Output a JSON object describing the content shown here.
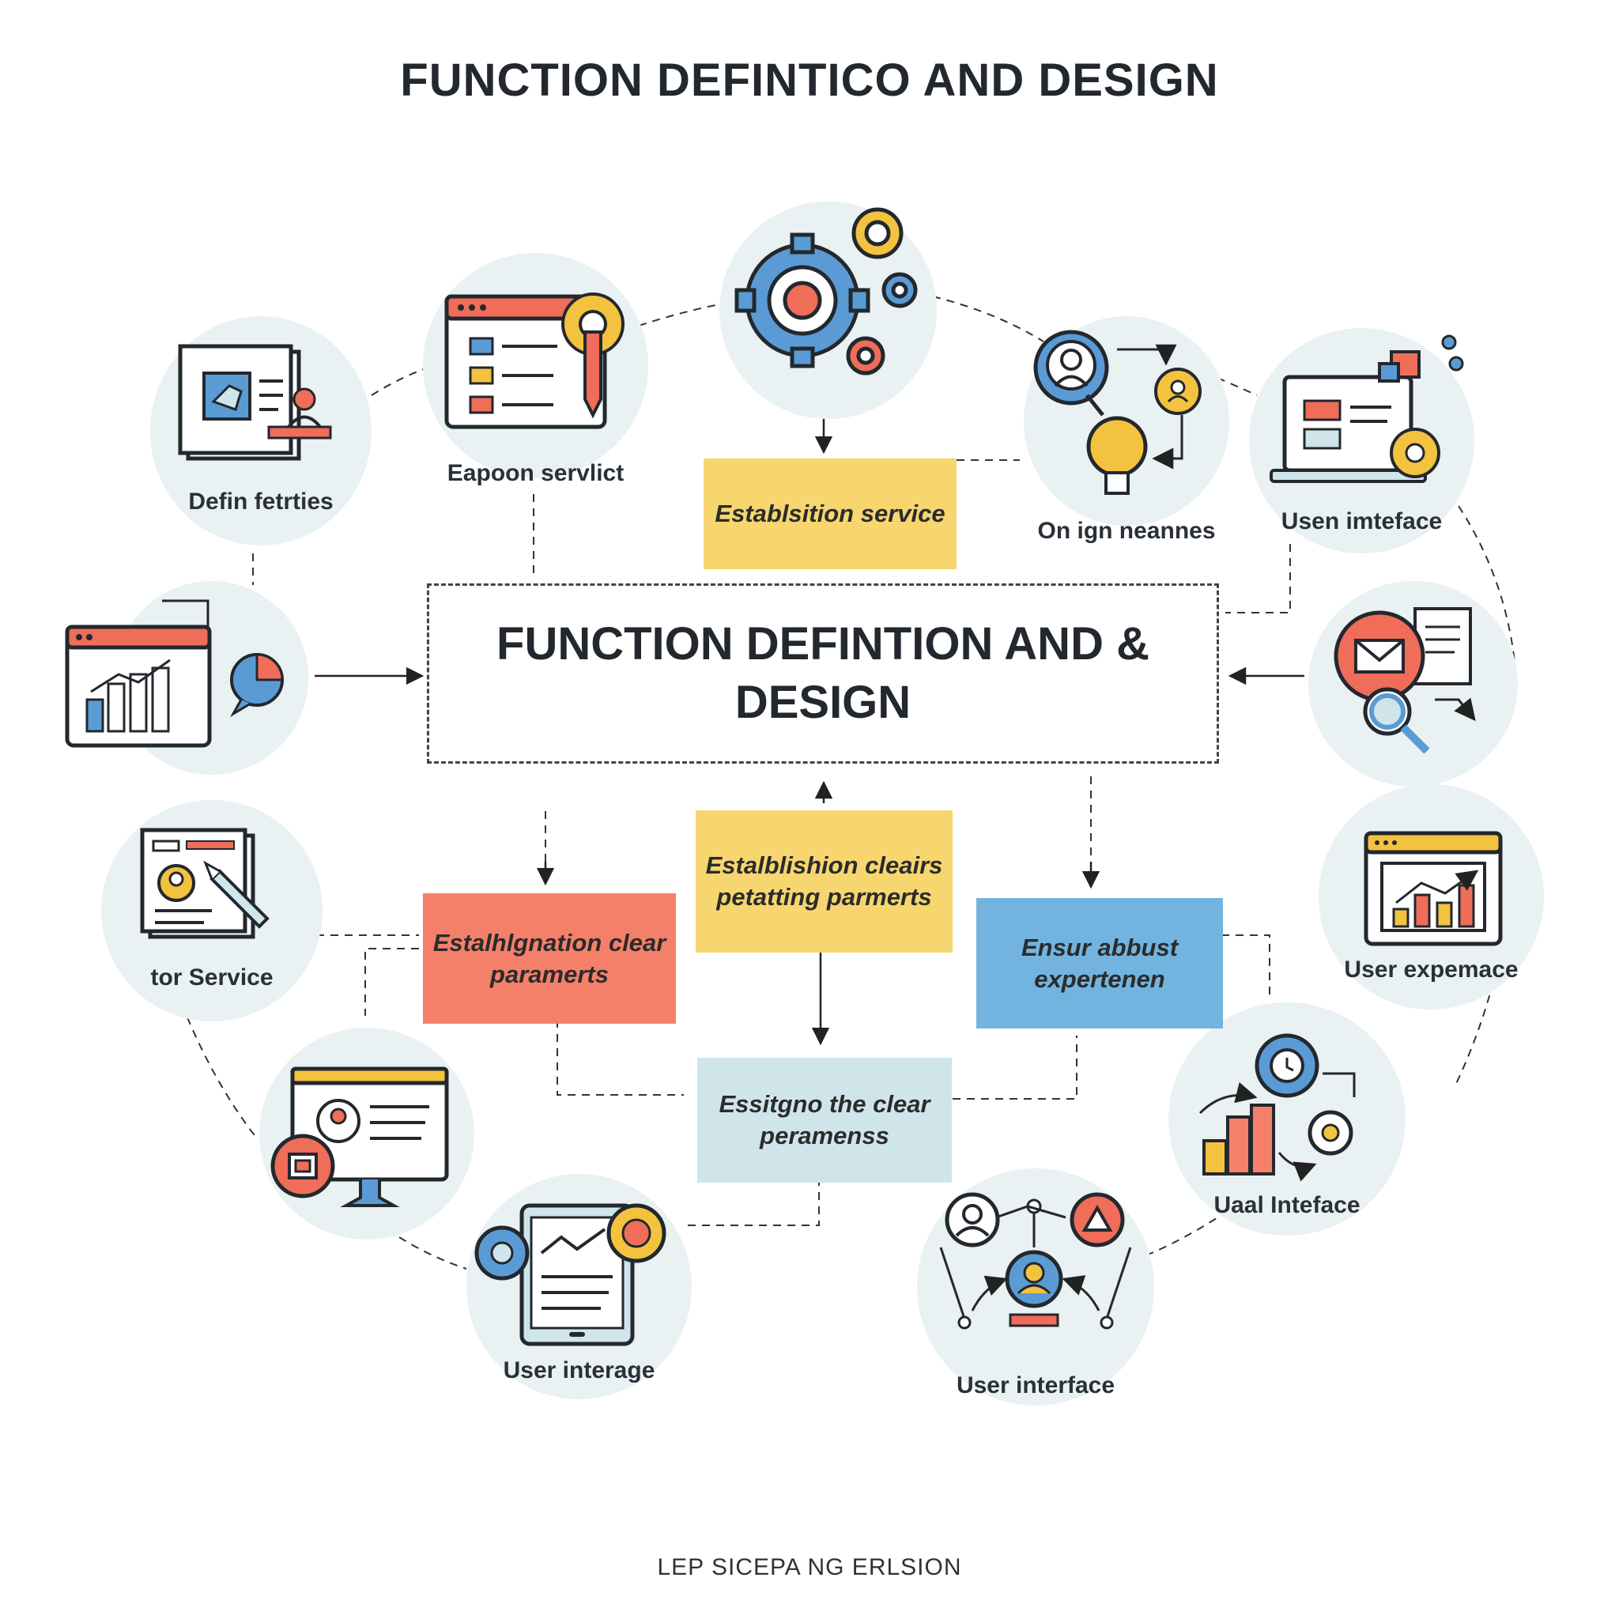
{
  "title": "FUNCTION DEFINTICO AND DESIGN",
  "center": {
    "line1": "FUNCTION DEFINTION AND  &",
    "line2": "DESIGN"
  },
  "footer": "LEP SICEPA NG ERLSION",
  "colors": {
    "yellow": "#f7d66f",
    "coral": "#f5806a",
    "blue": "#72b4df",
    "teal": "#cfe5ea",
    "node_bg": "#e9f1f2",
    "red": "#ef6d59",
    "accent_blue": "#5b9bd5",
    "gold": "#f3c23f"
  },
  "nodes": [
    {
      "id": "defin-feature",
      "label": "Defin fetrties",
      "icon": "document-user-icon"
    },
    {
      "id": "expon-service",
      "label": "Eapoon servlict",
      "icon": "checklist-browser-icon"
    },
    {
      "id": "gears",
      "label": "",
      "icon": "gears-icon"
    },
    {
      "id": "origin-names",
      "label": "On ign neannes",
      "icon": "user-idea-flow-icon"
    },
    {
      "id": "user-interface-top",
      "label": "Usen imteface",
      "icon": "laptop-puzzle-icon"
    },
    {
      "id": "chart-window",
      "label": "",
      "icon": "bar-chart-window-icon"
    },
    {
      "id": "mail-search",
      "label": "",
      "icon": "mail-search-icon"
    },
    {
      "id": "tor-service",
      "label": "tor Service",
      "icon": "profile-edit-icon"
    },
    {
      "id": "user-experience",
      "label": "User expemace",
      "icon": "chart-browser-icon"
    },
    {
      "id": "monitor-profile",
      "label": "",
      "icon": "monitor-profile-icon"
    },
    {
      "id": "user-interage",
      "label": "User interage",
      "icon": "tablet-chart-icon"
    },
    {
      "id": "user-interface-bottom",
      "label": "User interface",
      "icon": "user-network-icon"
    },
    {
      "id": "ual-interface",
      "label": "Uaal Inteface",
      "icon": "bar-gear-icon"
    }
  ],
  "boxes": [
    {
      "id": "establish-service",
      "text": "Establsition service",
      "color": "yellow"
    },
    {
      "id": "establish-params",
      "text": "Estalblishion cleairs petatting parmerts",
      "color": "yellow"
    },
    {
      "id": "establish-clear",
      "text": "Estalhlgnation clear paramerts",
      "color": "coral"
    },
    {
      "id": "ensure-robust",
      "text": "Ensur abbust expertenen",
      "color": "blue"
    },
    {
      "id": "assign-clear",
      "text": "Essitgno the clear peramenss",
      "color": "teal"
    }
  ]
}
